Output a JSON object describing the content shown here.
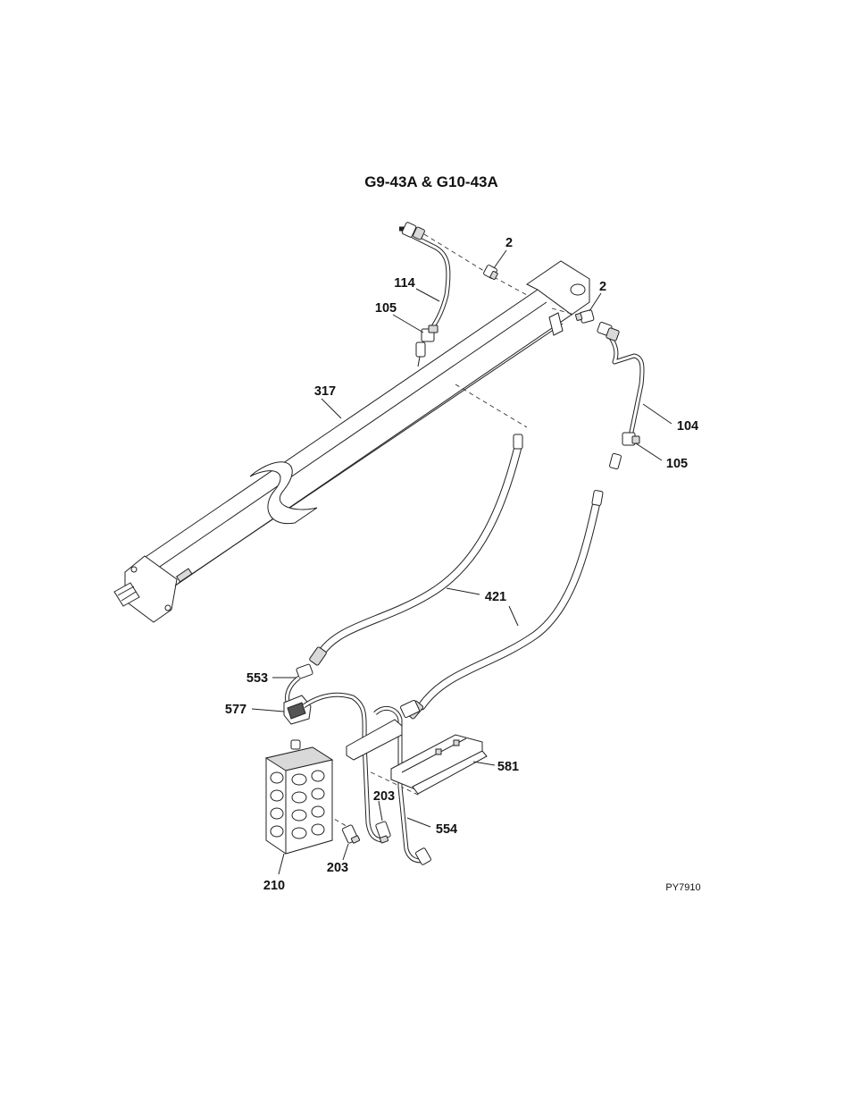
{
  "title": "G9-43A & G10-43A",
  "drawing_code": "PY7910",
  "callouts": {
    "c2a": "2",
    "c2b": "2",
    "c114": "114",
    "c105a": "105",
    "c317": "317",
    "c104": "104",
    "c105b": "105",
    "c421": "421",
    "c553": "553",
    "c577": "577",
    "c581": "581",
    "c203a": "203",
    "c554": "554",
    "c203b": "203",
    "c210": "210"
  }
}
